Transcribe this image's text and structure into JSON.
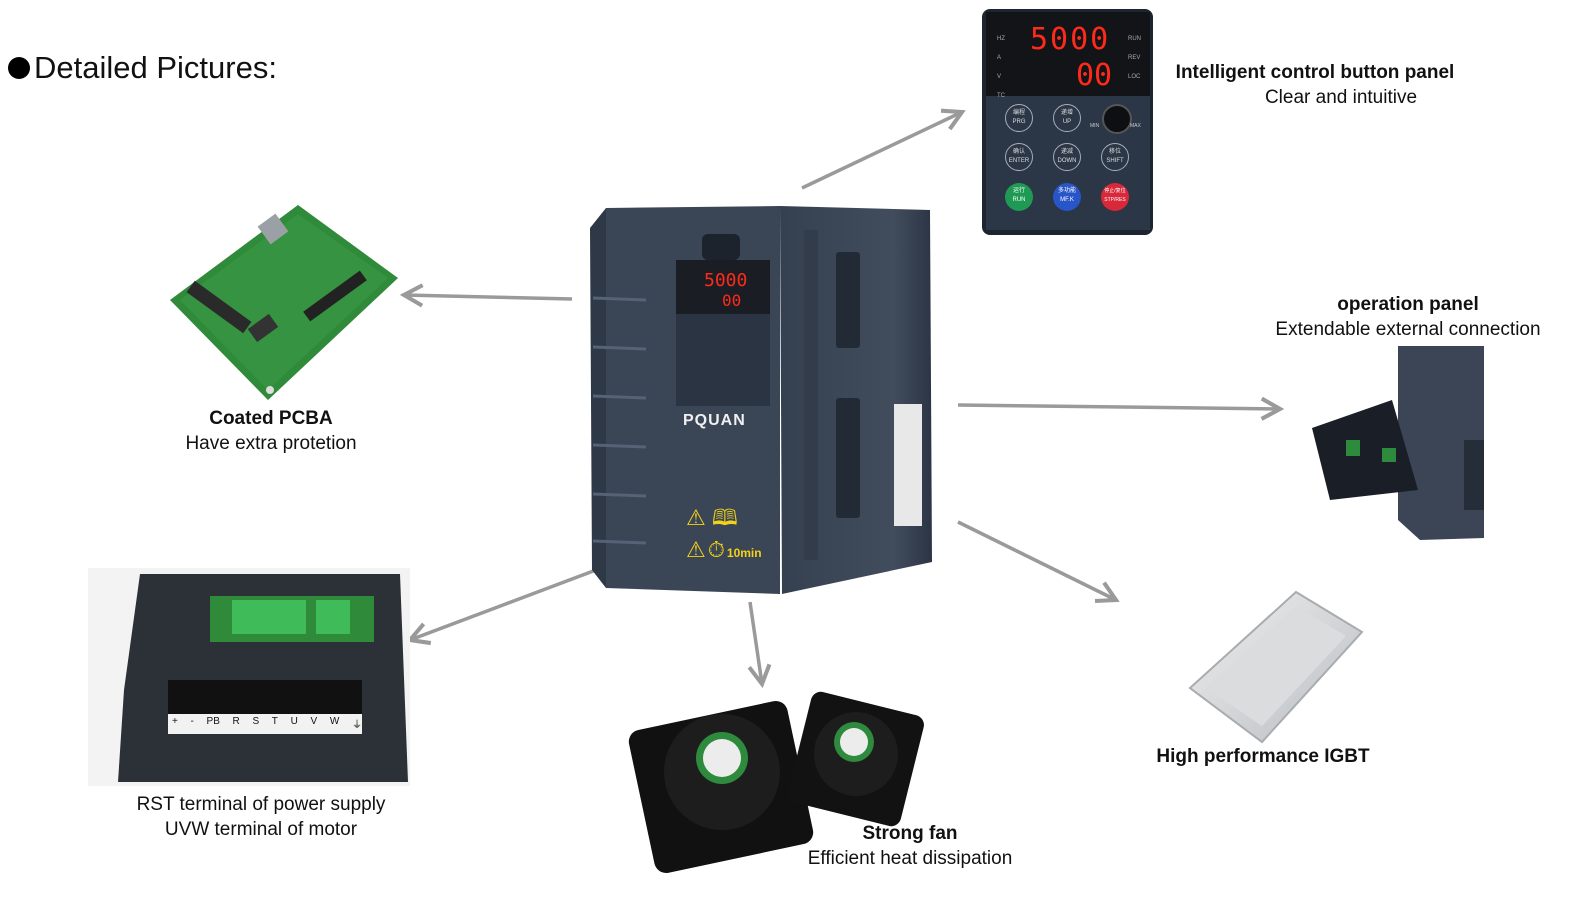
{
  "title": "Detailed Pictures:",
  "brand": "PQUAN",
  "panel_display": {
    "top": "5000",
    "bottom": "00",
    "left_leds": [
      "HZ",
      "A",
      "V",
      "TC"
    ],
    "right_leds": [
      "RUN",
      "REV",
      "LOC"
    ],
    "buttons": [
      {
        "cn": "编程",
        "en": "PRG"
      },
      {
        "cn": "递增",
        "en": "UP"
      },
      {
        "cn": "确认",
        "en": "ENTER"
      },
      {
        "cn": "递减",
        "en": "DOWN"
      },
      {
        "cn": "移位",
        "en": "SHIFT"
      },
      {
        "cn": "运行",
        "en": "RUN"
      },
      {
        "cn": "多功能",
        "en": "MF.K"
      },
      {
        "cn": "停止/复位",
        "en": "STP/RES"
      }
    ],
    "knob_min": "MIN",
    "knob_max": "MAX"
  },
  "warning_time": "10min",
  "terminal_labels": [
    "+",
    "-",
    "PB",
    "R",
    "S",
    "T",
    "U",
    "V",
    "W",
    "⏚"
  ],
  "captions": {
    "control_panel": {
      "title": "Intelligent control button panel",
      "sub": "Clear and intuitive"
    },
    "operation_panel": {
      "title": "operation panel",
      "sub": "Extendable external connection"
    },
    "pcba": {
      "title": "Coated PCBA",
      "sub": "Have extra protetion"
    },
    "terminal": {
      "line1": "RST terminal of power supply",
      "line2": "UVW terminal of motor"
    },
    "fan": {
      "title": "Strong fan",
      "sub": "Efficient heat dissipation"
    },
    "igbt": {
      "title": "High performance IGBT"
    }
  },
  "colors": {
    "inverter_body": "#3d4757",
    "arrow": "#9a9a9a",
    "pcb_green": "#2f8a3a",
    "led_red": "#ff2a1a",
    "button_green": "#1f9a55",
    "button_blue": "#2855c8",
    "button_red": "#d8283a"
  }
}
